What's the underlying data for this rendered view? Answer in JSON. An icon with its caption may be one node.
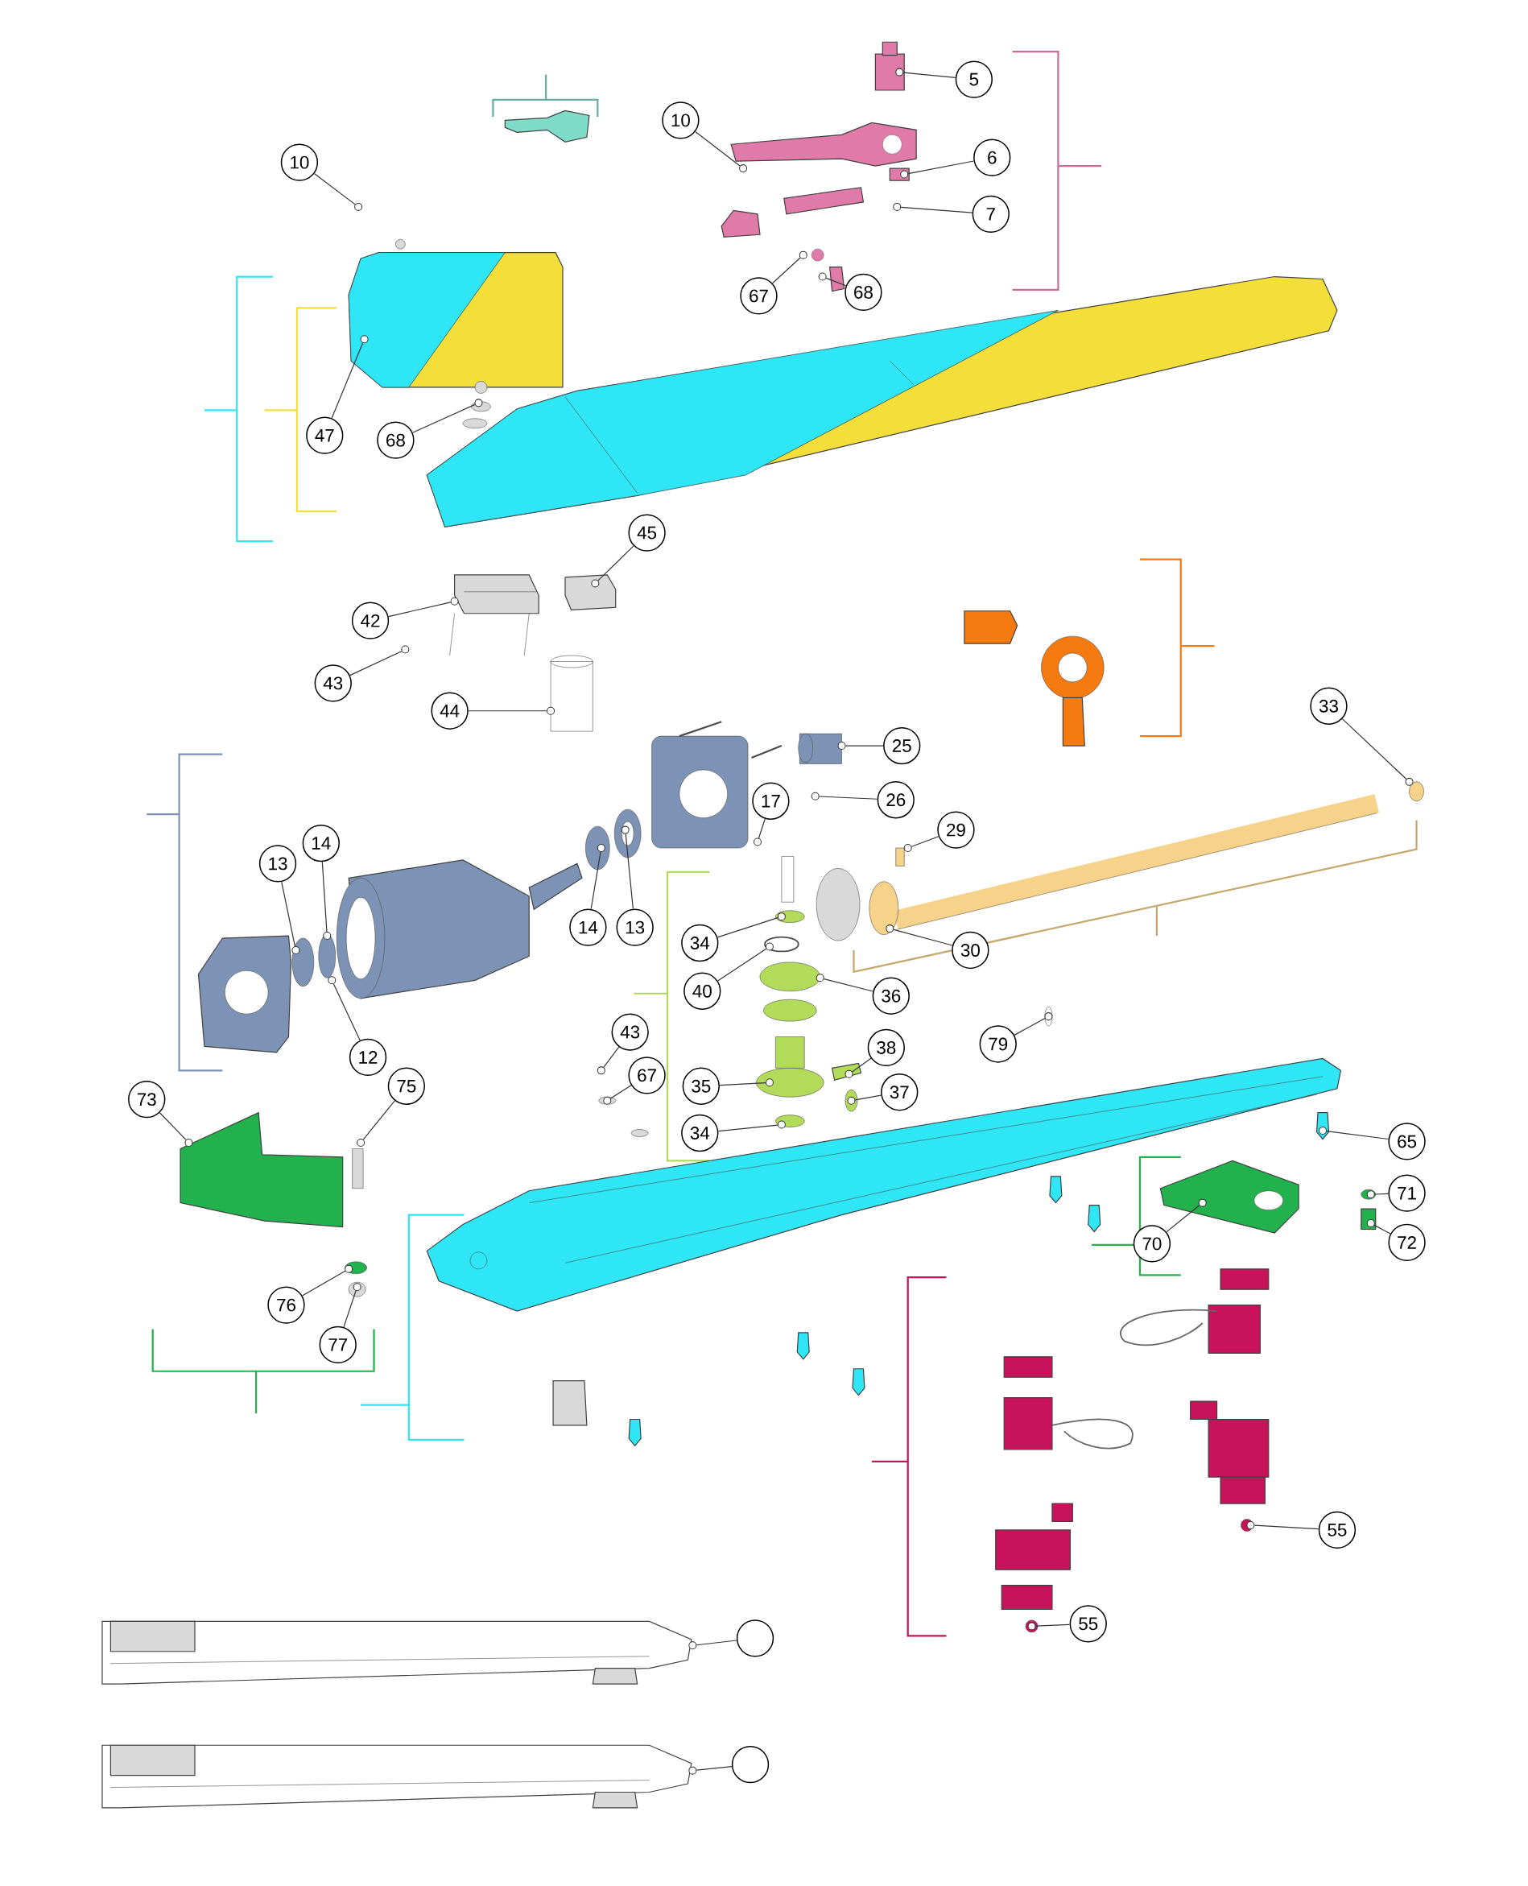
{
  "diagram": {
    "nodes": [
      {
        "text": [
          "10"
        ]
      },
      {
        "text": [
          "10"
        ]
      },
      {
        "text": [
          "5"
        ]
      },
      {
        "text": [
          "6"
        ]
      },
      {
        "text": [
          "7"
        ]
      },
      {
        "text": [
          "67"
        ]
      },
      {
        "text": [
          "68"
        ]
      },
      {
        "text": [
          "47"
        ]
      },
      {
        "text": [
          "68"
        ]
      },
      {
        "text": [
          "45"
        ]
      },
      {
        "text": [
          "42"
        ]
      },
      {
        "text": [
          "43"
        ]
      },
      {
        "text": [
          "44"
        ]
      },
      {
        "text": [
          "25"
        ]
      },
      {
        "text": [
          "26"
        ]
      },
      {
        "text": [
          "17"
        ]
      },
      {
        "text": [
          "33"
        ]
      },
      {
        "text": [
          "29"
        ]
      },
      {
        "text": [
          "14"
        ]
      },
      {
        "text": [
          "13"
        ]
      },
      {
        "text": [
          "14"
        ]
      },
      {
        "text": [
          "13"
        ]
      },
      {
        "text": [
          "34"
        ]
      },
      {
        "text": [
          "30"
        ]
      },
      {
        "text": [
          "40"
        ]
      },
      {
        "text": [
          "36"
        ]
      },
      {
        "text": [
          "12"
        ]
      },
      {
        "text": [
          "43"
        ]
      },
      {
        "text": [
          "67"
        ]
      },
      {
        "text": [
          "79"
        ]
      },
      {
        "text": [
          "38"
        ]
      },
      {
        "text": [
          "35"
        ]
      },
      {
        "text": [
          "37"
        ]
      },
      {
        "text": [
          "73"
        ]
      },
      {
        "text": [
          "75"
        ]
      },
      {
        "text": [
          "34"
        ]
      },
      {
        "text": [
          "65"
        ]
      },
      {
        "text": [
          "71"
        ]
      },
      {
        "text": [
          "70"
        ]
      },
      {
        "text": [
          "72"
        ]
      },
      {
        "text": [
          "76"
        ]
      },
      {
        "text": [
          "77"
        ]
      },
      {
        "text": [
          "55"
        ]
      },
      {
        "text": [
          "55"
        ]
      },
      {
        "text": [],
        "shape": "circle"
      },
      {
        "text": [],
        "shape": "circle"
      },
      {
        "text": [],
        "shape": "circle"
      },
      {
        "text": [],
        "shape": "circle"
      },
      {
        "text": [],
        "shape": "circle"
      },
      {
        "text": [],
        "shape": "circle"
      },
      {
        "text": [],
        "shape": "circle"
      },
      {
        "text": [],
        "shape": "circle"
      },
      {
        "text": [],
        "shape": "circle"
      },
      {
        "text": [],
        "shape": "circle"
      },
      {
        "text": [],
        "shape": "circle"
      },
      {
        "text": [],
        "shape": "circle"
      },
      {
        "text": [],
        "shape": "circle"
      },
      {
        "text": [],
        "shape": "circle"
      },
      {
        "text": [],
        "shape": "circle"
      },
      {
        "text": [],
        "shape": "circle"
      },
      {
        "text": [],
        "shape": "circle"
      },
      {
        "text": [],
        "shape": "circle"
      },
      {
        "text": [],
        "shape": "circle"
      },
      {
        "text": [],
        "shape": "circle"
      },
      {
        "text": [],
        "shape": "circle"
      },
      {
        "text": [],
        "shape": "circle"
      },
      {
        "text": [],
        "shape": "circle"
      },
      {
        "text": [],
        "shape": "circle"
      },
      {
        "text": [],
        "shape": "circle"
      },
      {
        "text": [],
        "shape": "circle"
      },
      {
        "text": [],
        "shape": "circle"
      },
      {
        "text": [],
        "shape": "circle"
      },
      {
        "text": [],
        "shape": "circle"
      },
      {
        "text": [],
        "shape": "circle"
      },
      {
        "text": [],
        "shape": "circle"
      },
      {
        "text": [],
        "shape": "circle"
      },
      {
        "text": [],
        "shape": "circle"
      },
      {
        "text": [],
        "shape": "circle"
      },
      {
        "text": [],
        "shape": "circle"
      },
      {
        "text": [],
        "shape": "circle"
      },
      {
        "text": [],
        "shape": "circle"
      },
      {
        "text": [],
        "shape": "circle"
      },
      {
        "text": [],
        "shape": "circle"
      },
      {
        "text": [],
        "shape": "circle"
      },
      {
        "text": [],
        "shape": "circle"
      },
      {
        "text": [],
        "shape": "circle"
      },
      {
        "text": [],
        "shape": "circle"
      },
      {
        "text": [],
        "shape": "circle"
      },
      {
        "text": [],
        "shape": "circle"
      },
      {
        "text": [],
        "shape": "circle"
      },
      {
        "text": [],
        "shape": "circle"
      },
      {
        "text": [],
        "shape": "circle"
      }
    ],
    "edges": [
      {
        "from": 0,
        "to": 46,
        "arrow": "none"
      },
      {
        "from": 1,
        "to": 47,
        "arrow": "none"
      },
      {
        "from": 2,
        "to": 48,
        "arrow": "none"
      },
      {
        "from": 3,
        "to": 49,
        "arrow": "none"
      },
      {
        "from": 4,
        "to": 50,
        "arrow": "none"
      },
      {
        "from": 5,
        "to": 51,
        "arrow": "none"
      },
      {
        "from": 6,
        "to": 52,
        "arrow": "none"
      },
      {
        "from": 7,
        "to": 53,
        "arrow": "none"
      },
      {
        "from": 8,
        "to": 54,
        "arrow": "none"
      },
      {
        "from": 9,
        "to": 55,
        "arrow": "none"
      },
      {
        "from": 10,
        "to": 56,
        "arrow": "none"
      },
      {
        "from": 11,
        "to": 57,
        "arrow": "none"
      },
      {
        "from": 12,
        "to": 58,
        "arrow": "none"
      },
      {
        "from": 13,
        "to": 59,
        "arrow": "none"
      },
      {
        "from": 14,
        "to": 60,
        "arrow": "none"
      },
      {
        "from": 15,
        "to": 61,
        "arrow": "none"
      },
      {
        "from": 16,
        "to": 62,
        "arrow": "none"
      },
      {
        "from": 17,
        "to": 63,
        "arrow": "none"
      },
      {
        "from": 18,
        "to": 64,
        "arrow": "none"
      },
      {
        "from": 19,
        "to": 65,
        "arrow": "none"
      },
      {
        "from": 20,
        "to": 66,
        "arrow": "none"
      },
      {
        "from": 21,
        "to": 67,
        "arrow": "none"
      },
      {
        "from": 22,
        "to": 68,
        "arrow": "none"
      },
      {
        "from": 23,
        "to": 69,
        "arrow": "none"
      },
      {
        "from": 24,
        "to": 70,
        "arrow": "none"
      },
      {
        "from": 25,
        "to": 71,
        "arrow": "none"
      },
      {
        "from": 26,
        "to": 72,
        "arrow": "none"
      },
      {
        "from": 27,
        "to": 73,
        "arrow": "none"
      },
      {
        "from": 28,
        "to": 74,
        "arrow": "none"
      },
      {
        "from": 29,
        "to": 75,
        "arrow": "none"
      },
      {
        "from": 30,
        "to": 76,
        "arrow": "none"
      },
      {
        "from": 31,
        "to": 77,
        "arrow": "none"
      },
      {
        "from": 32,
        "to": 78,
        "arrow": "none"
      },
      {
        "from": 33,
        "to": 79,
        "arrow": "none"
      },
      {
        "from": 34,
        "to": 80,
        "arrow": "none"
      },
      {
        "from": 35,
        "to": 81,
        "arrow": "none"
      },
      {
        "from": 36,
        "to": 82,
        "arrow": "none"
      },
      {
        "from": 37,
        "to": 83,
        "arrow": "none"
      },
      {
        "from": 38,
        "to": 84,
        "arrow": "none"
      },
      {
        "from": 39,
        "to": 85,
        "arrow": "none"
      },
      {
        "from": 40,
        "to": 86,
        "arrow": "none"
      },
      {
        "from": 41,
        "to": 87,
        "arrow": "none"
      },
      {
        "from": 42,
        "to": 88,
        "arrow": "none"
      },
      {
        "from": 43,
        "to": 89,
        "arrow": "none"
      },
      {
        "from": 44,
        "to": 90,
        "arrow": "none"
      },
      {
        "from": 45,
        "to": 91,
        "arrow": "none"
      }
    ]
  }
}
